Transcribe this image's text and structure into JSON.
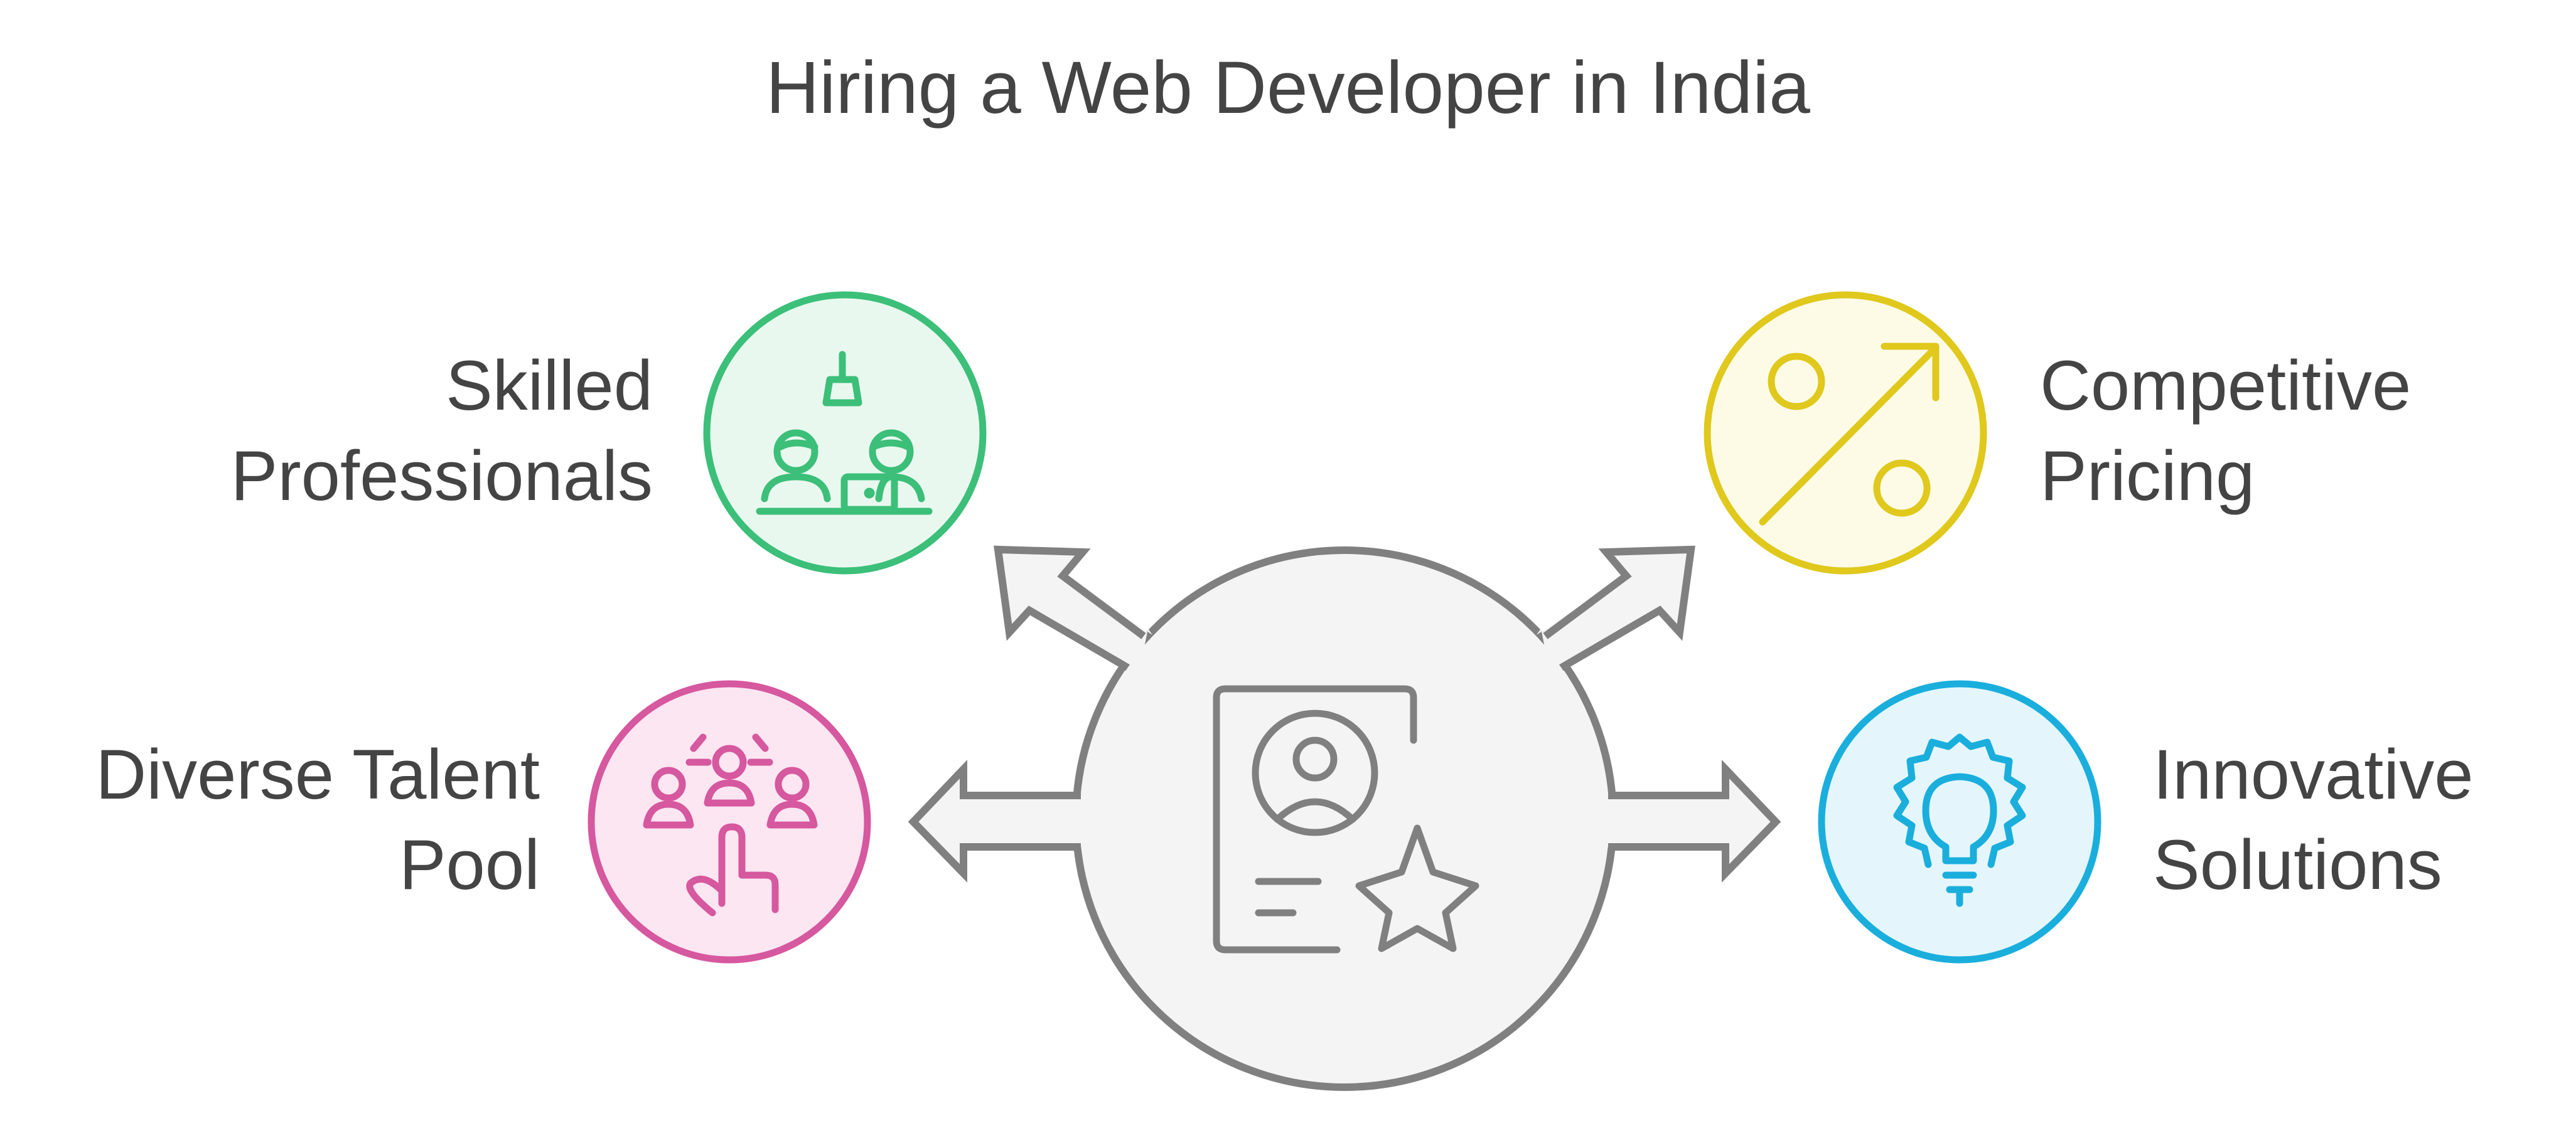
{
  "title": "Hiring a Web Developer in India",
  "hub": {
    "icon": "resume-star-icon",
    "color": "#808080",
    "fill": "#f4f4f4"
  },
  "items": [
    {
      "key": "skilled",
      "lines": [
        "Skilled",
        "Professionals"
      ],
      "icon": "team-working-icon",
      "color": "#3cbf79",
      "fill": "#e9f8ef"
    },
    {
      "key": "pricing",
      "lines": [
        "Competitive",
        "Pricing"
      ],
      "icon": "percent-icon",
      "color": "#e0c81c",
      "fill": "#fdfbe6"
    },
    {
      "key": "diverse",
      "lines": [
        "Diverse Talent",
        "Pool"
      ],
      "icon": "talent-pool-icon",
      "color": "#d6589f",
      "fill": "#fbe6f1"
    },
    {
      "key": "innovative",
      "lines": [
        "Innovative",
        "Solutions"
      ],
      "icon": "lightbulb-gear-icon",
      "color": "#1aaedd",
      "fill": "#e4f6fc"
    }
  ]
}
